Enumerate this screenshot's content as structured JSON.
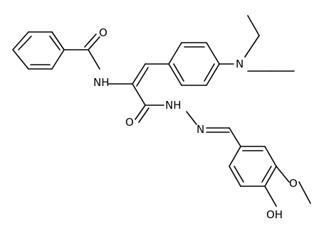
{
  "molecule": {
    "atom_labels": {
      "carbonyl_oxygen_left": "O",
      "amide_nitrogen": "NH",
      "diethylamino_nitrogen": "N",
      "carbonyl_oxygen_center": "O",
      "hydrazide_nitrogen": "NH",
      "imine_nitrogen": "N",
      "methoxy_oxygen": "O",
      "hydroxyl": "OH"
    }
  }
}
